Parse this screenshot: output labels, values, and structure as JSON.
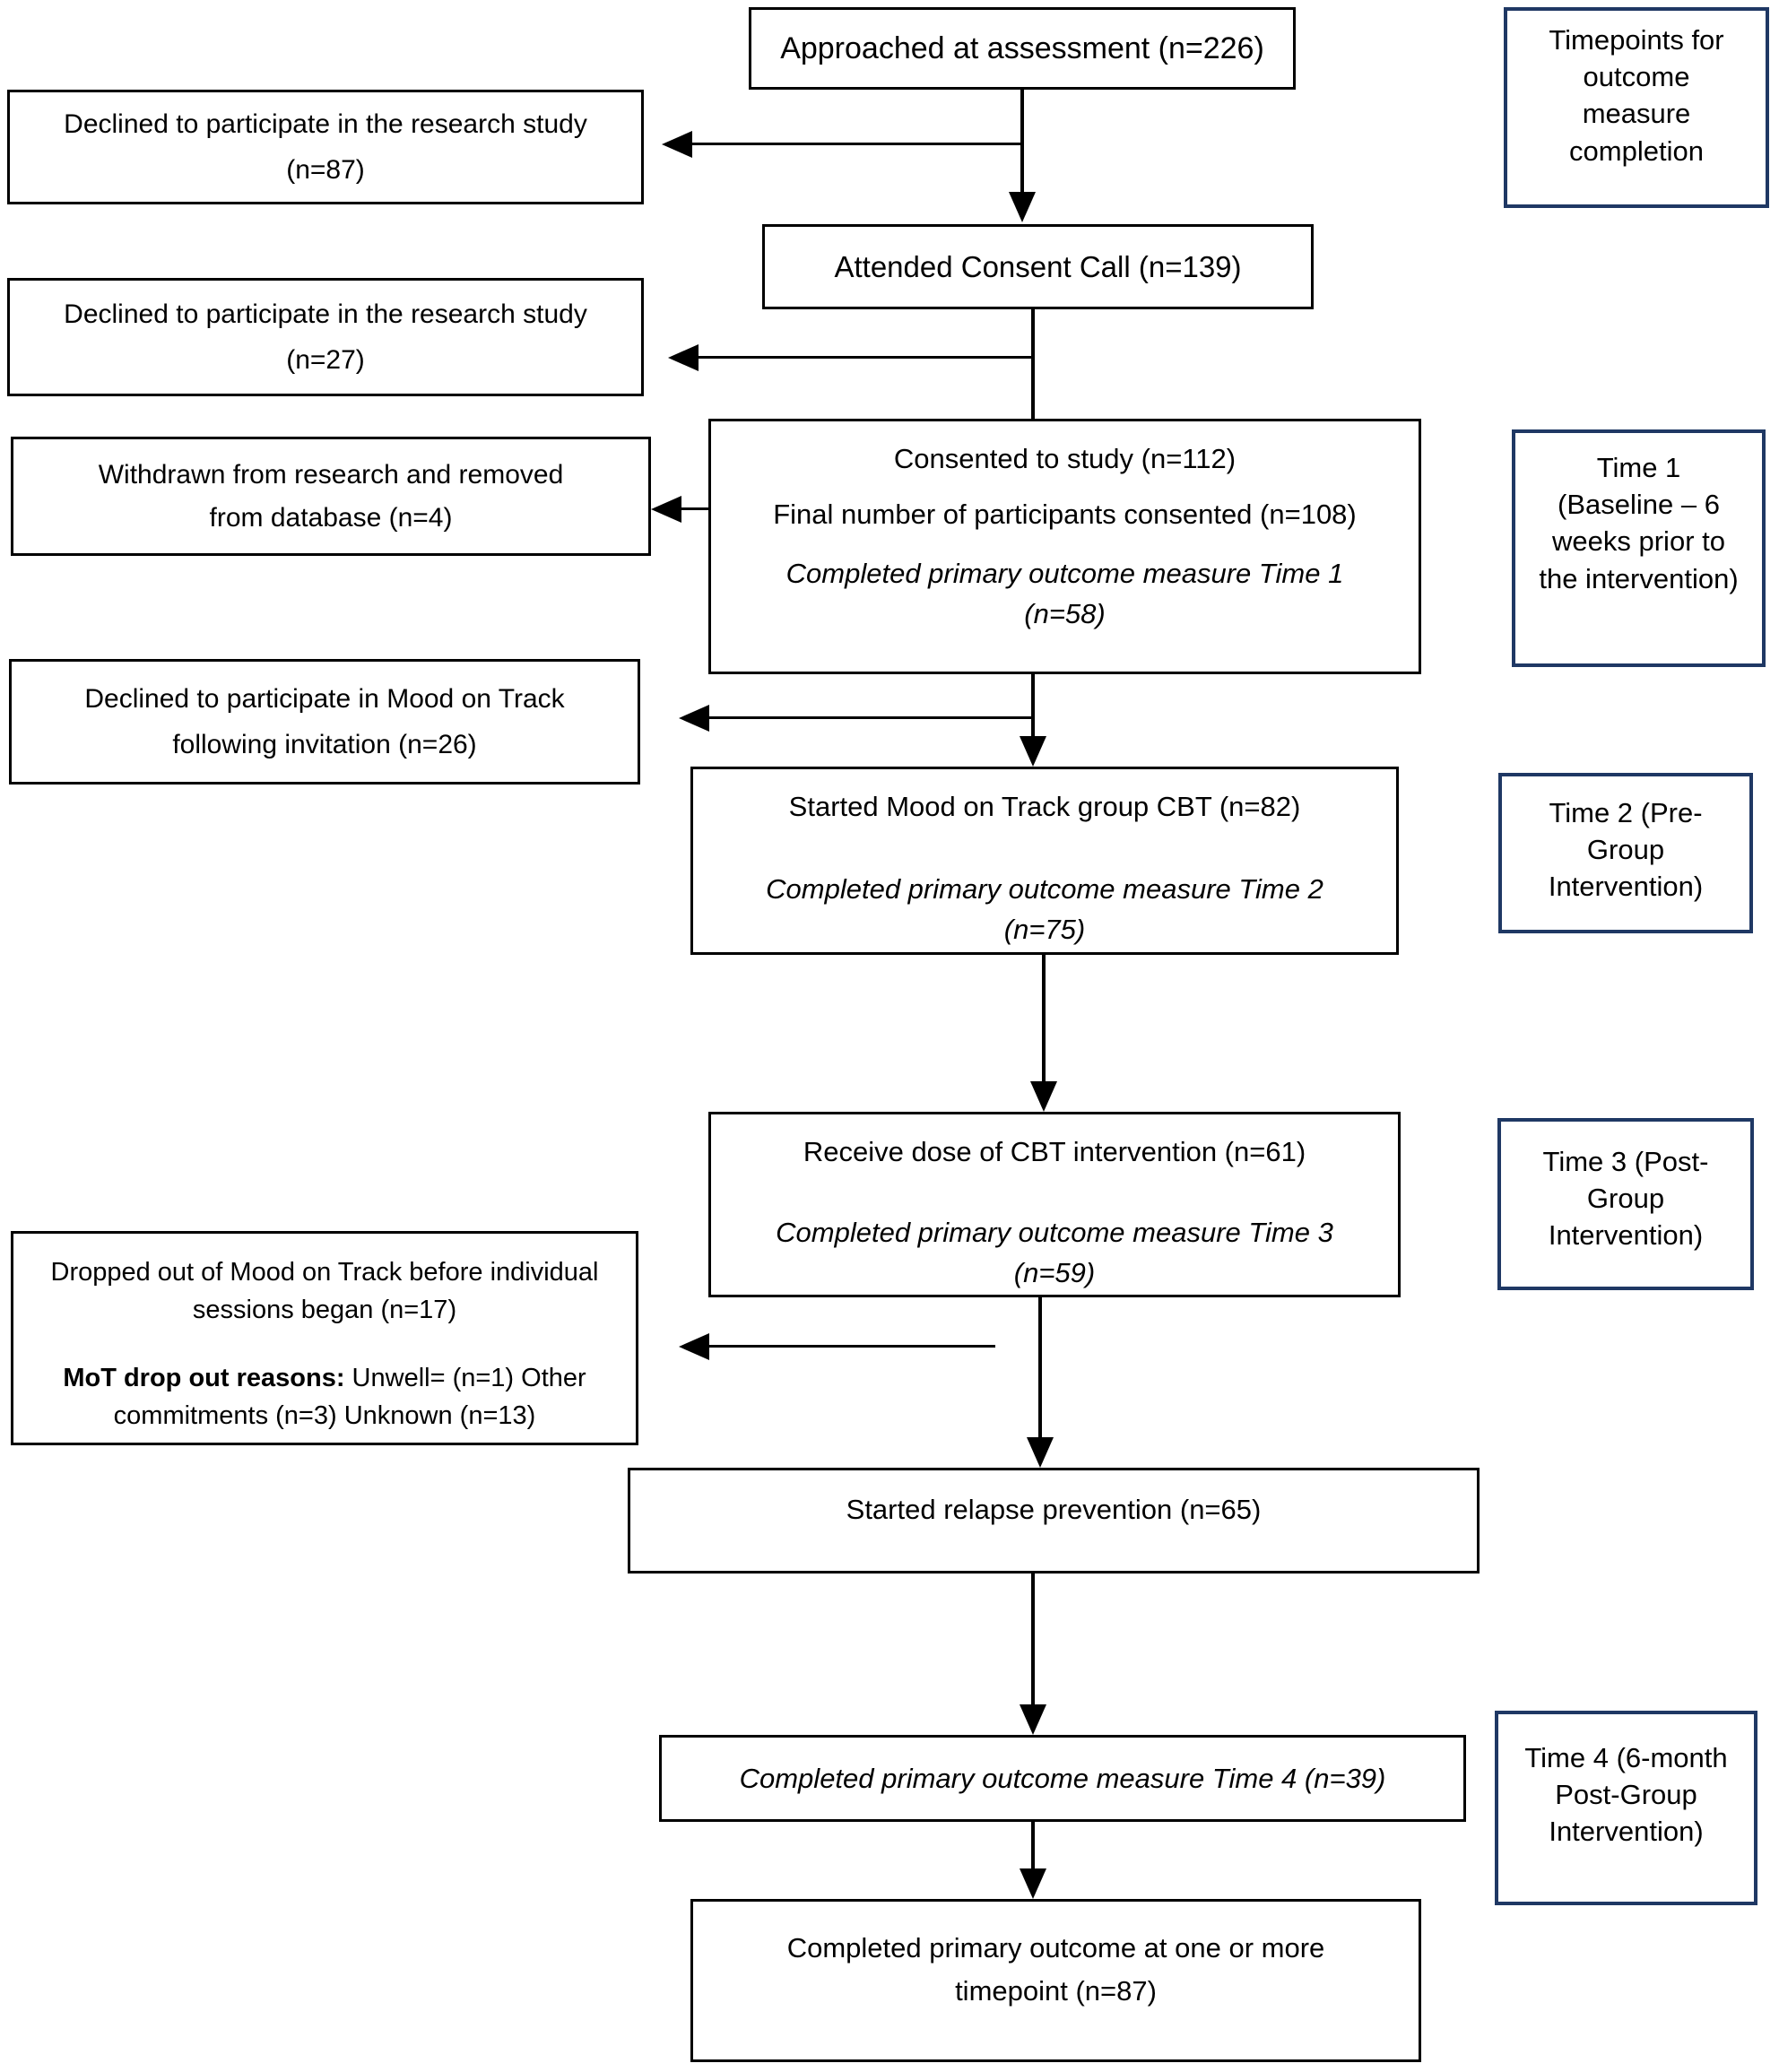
{
  "colors": {
    "box_border": "#000000",
    "timepoint_border": "#1f3864",
    "arrow": "#000000",
    "background": "#ffffff"
  },
  "flow": {
    "approached": "Approached at assessment (n=226)",
    "attended": "Attended Consent Call (n=139)",
    "consented": {
      "line1": "Consented to study (n=112)",
      "line2": "Final number of participants consented (n=108)",
      "outcome_line1": "Completed primary outcome measure Time 1",
      "outcome_line2": "(n=58)"
    },
    "started_mot": {
      "line1": "Started Mood on Track group CBT (n=82)",
      "outcome_line1": "Completed primary outcome measure Time 2",
      "outcome_line2": "(n=75)"
    },
    "receive_dose": {
      "line1": "Receive dose of CBT intervention (n=61)",
      "outcome_line1": "Completed primary outcome measure Time 3",
      "outcome_line2": "(n=59)"
    },
    "relapse_prevention": "Started relapse prevention (n=65)",
    "time4_outcome": "Completed primary outcome measure Time 4  (n=39)",
    "completed_any": {
      "line1": "Completed primary outcome at one or more",
      "line2": "timepoint (n=87)"
    }
  },
  "exits": {
    "declined_assessment": {
      "line1": "Declined to participate in the research study",
      "line2": "(n=87)"
    },
    "declined_consent": {
      "line1": "Declined to participate in the research study",
      "line2": "(n=27)"
    },
    "withdrawn": {
      "line1": "Withdrawn from research and removed",
      "line2": "from database (n=4)"
    },
    "declined_mot": {
      "line1": "Declined to participate in Mood on Track",
      "line2": "following invitation (n=26)"
    },
    "dropped_out": {
      "line1": "Dropped out of Mood on Track before individual",
      "line2": "sessions began (n=17)",
      "reasons_bold": "MoT drop out reasons:",
      "reasons_rest1": " Unwell= (n=1) Other",
      "reasons_line2": "commitments (n=3) Unknown (n=13)"
    }
  },
  "timepoints": {
    "header": [
      "Timepoints for",
      "outcome",
      "measure",
      "completion"
    ],
    "t1": [
      "Time 1",
      "(Baseline – 6",
      "weeks prior to",
      "the intervention)"
    ],
    "t2": [
      "Time 2 (Pre-",
      "Group",
      "Intervention)"
    ],
    "t3": [
      "Time 3 (Post-",
      "Group",
      "Intervention)"
    ],
    "t4": [
      "Time 4 (6-month",
      "Post-Group",
      "Intervention)"
    ]
  }
}
